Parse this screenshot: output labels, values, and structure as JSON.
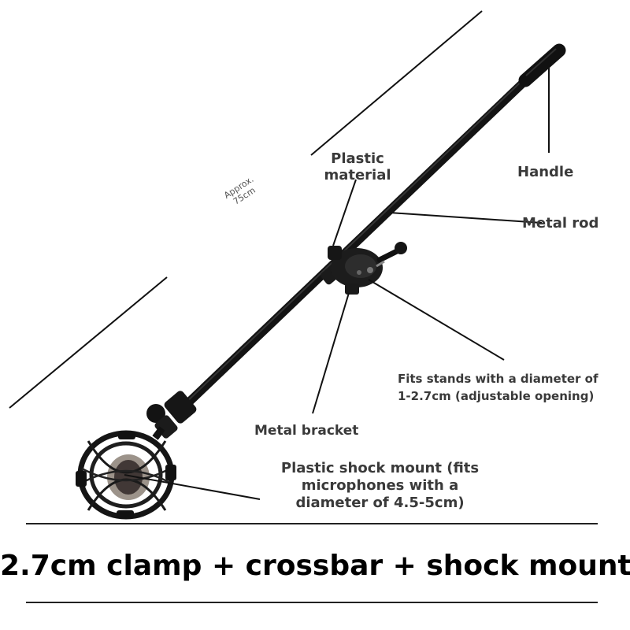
{
  "labels": {
    "handle": "Handle",
    "plastic_material_line1": "Plastic",
    "plastic_material_line2": "material",
    "metal_rod": "Metal rod",
    "approx_line1": "Approx.",
    "approx_line2": "75cm",
    "fits_stands_line1": "Fits stands with a diameter of",
    "fits_stands_line2": "1-2.7cm (adjustable opening)",
    "metal_bracket": "Metal bracket",
    "shock_mount_line1": "Plastic shock mount (fits",
    "shock_mount_line2": "microphones with a",
    "shock_mount_line3": "diameter of 4.5-5cm)"
  },
  "caption": "2.7cm clamp + crossbar + shock mount",
  "colors": {
    "rod": "#1a1a1a",
    "label_text": "#3a3a3a",
    "caption_text": "#000000",
    "background": "#ffffff"
  }
}
